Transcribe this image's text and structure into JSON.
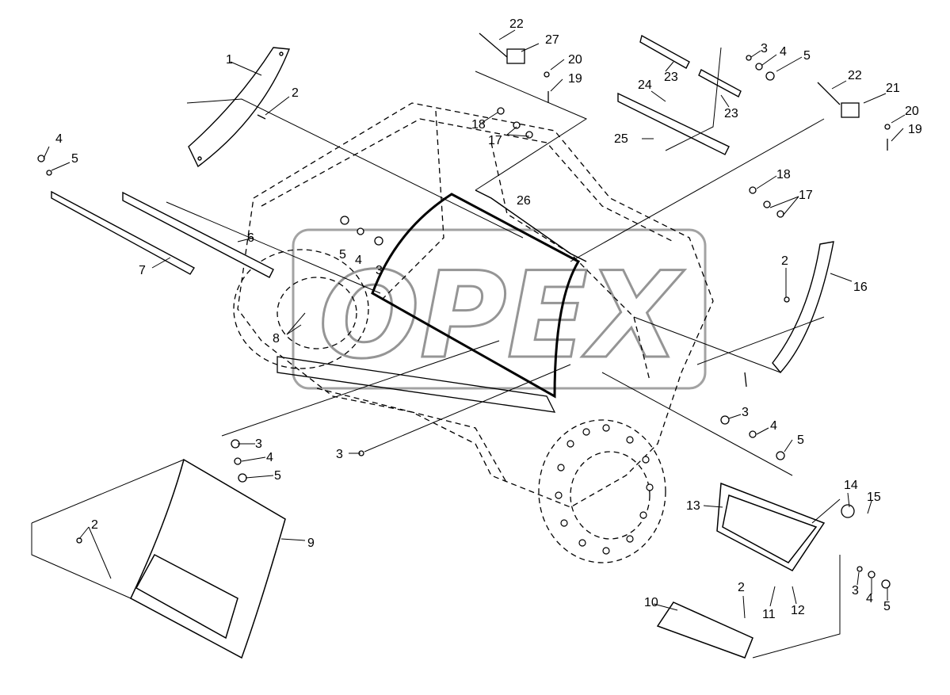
{
  "watermark": "OPEX",
  "callouts": {
    "c1": "1",
    "c2a": "2",
    "c2b": "2",
    "c2c": "2",
    "c2d": "2",
    "c3a": "3",
    "c3b": "3",
    "c3c": "3",
    "c3d": "3",
    "c3e": "3",
    "c3f": "3",
    "c4a": "4",
    "c4b": "4",
    "c4c": "4",
    "c4d": "4",
    "c4e": "4",
    "c4f": "4",
    "c5a": "5",
    "c5b": "5",
    "c5c": "5",
    "c5d": "5",
    "c5e": "5",
    "c5f": "5",
    "c6": "6",
    "c7": "7",
    "c8": "8",
    "c9": "9",
    "c10": "10",
    "c11": "11",
    "c12": "12",
    "c13": "13",
    "c14": "14",
    "c15": "15",
    "c16": "16",
    "c17a": "17",
    "c17b": "17",
    "c18a": "18",
    "c18b": "18",
    "c19a": "19",
    "c19b": "19",
    "c20a": "20",
    "c20b": "20",
    "c21": "21",
    "c22a": "22",
    "c22b": "22",
    "c23a": "23",
    "c23b": "23",
    "c24": "24",
    "c25": "25",
    "c26": "26",
    "c27": "27"
  }
}
